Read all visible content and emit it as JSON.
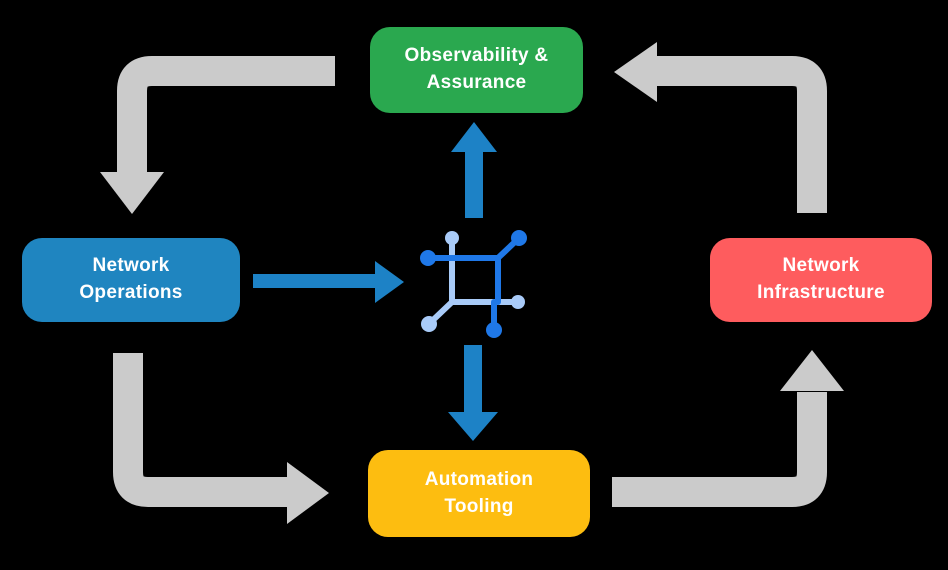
{
  "diagram": {
    "name": "network-automation-cycle",
    "center_icon": "network-automation-icon",
    "boxes": {
      "observability": {
        "lines": [
          "Observability &",
          "Assurance"
        ]
      },
      "operations": {
        "lines": [
          "Network",
          "Operations"
        ]
      },
      "infrastructure": {
        "lines": [
          "Network",
          "Infrastructure"
        ]
      },
      "automation": {
        "lines": [
          "Automation",
          "Tooling"
        ]
      }
    }
  },
  "colors": {
    "background": "#000000",
    "box_green": "#2aa84f",
    "box_blue": "#1f85c0",
    "box_red": "#fe5c5e",
    "box_yellow": "#fdbd10",
    "box_text": "#ffffff",
    "arrow_gray": "#cbcbcb",
    "arrow_blue": "#1d82c6",
    "icon_dark_blue": "#1f78e8",
    "icon_light_blue": "#a9cbf8"
  }
}
